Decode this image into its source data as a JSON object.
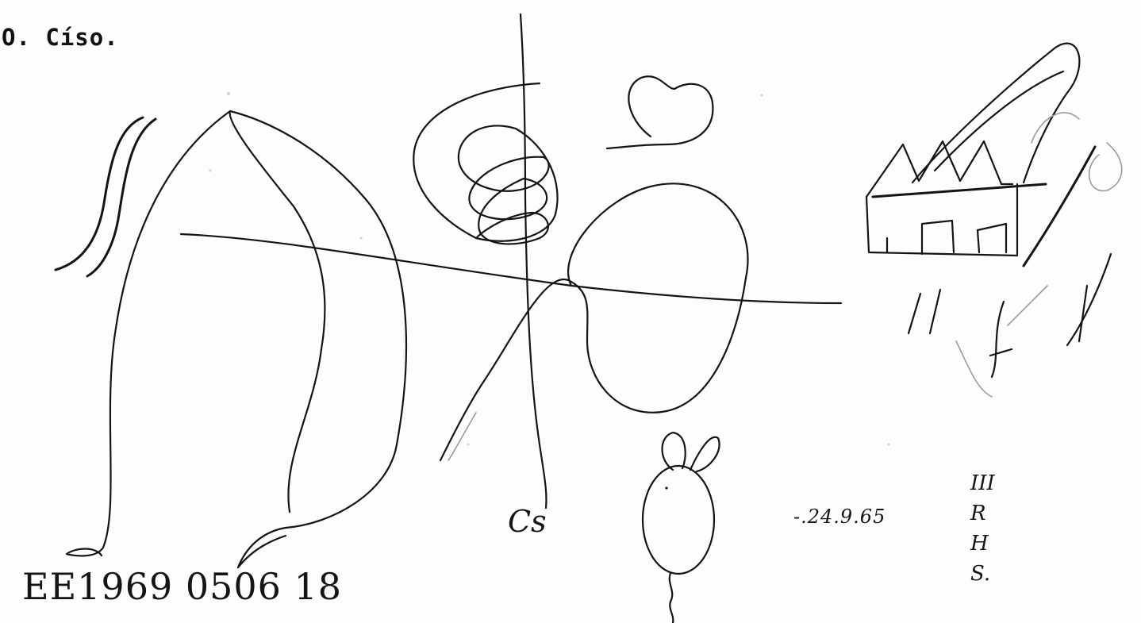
{
  "document": {
    "typed_heading": "O. Císo.",
    "catalog_number": "EE1969 0506 18",
    "date_note": "-.24.9.65",
    "margin_marks": [
      "III",
      "R",
      "H",
      "S."
    ],
    "stroke_note": "Cs"
  },
  "figures": [
    "wavy-double-line",
    "large-arch-loop",
    "vertical-axis-line",
    "spiral-coil",
    "horizontal-crossing-line",
    "infinity-loop",
    "heart-cloud-shape",
    "factory-sketch",
    "mouse-figure"
  ],
  "ink_color": "#141414",
  "paper_color": "#fdfdfb"
}
